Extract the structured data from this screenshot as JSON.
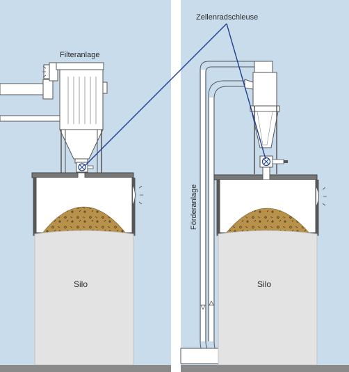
{
  "labels": {
    "filter_plant": "Filteranlage",
    "rotary_valve": "Zellenradschleuse",
    "conveyor_plant": "Förderanlage",
    "silo_left": "Silo",
    "silo_right": "Silo"
  },
  "colors": {
    "background_panel": "#c9dcec",
    "divider": "#ffffff",
    "silo_body": "#e3e3e3",
    "silo_wall": "#565656",
    "bulk_material": "#b8924a",
    "leader_line": "#1f3f8f",
    "floor": "#8a8a8a"
  },
  "icons": [
    "rotary-valve-icon",
    "sensor-icon",
    "pipe-arrow-icon"
  ]
}
